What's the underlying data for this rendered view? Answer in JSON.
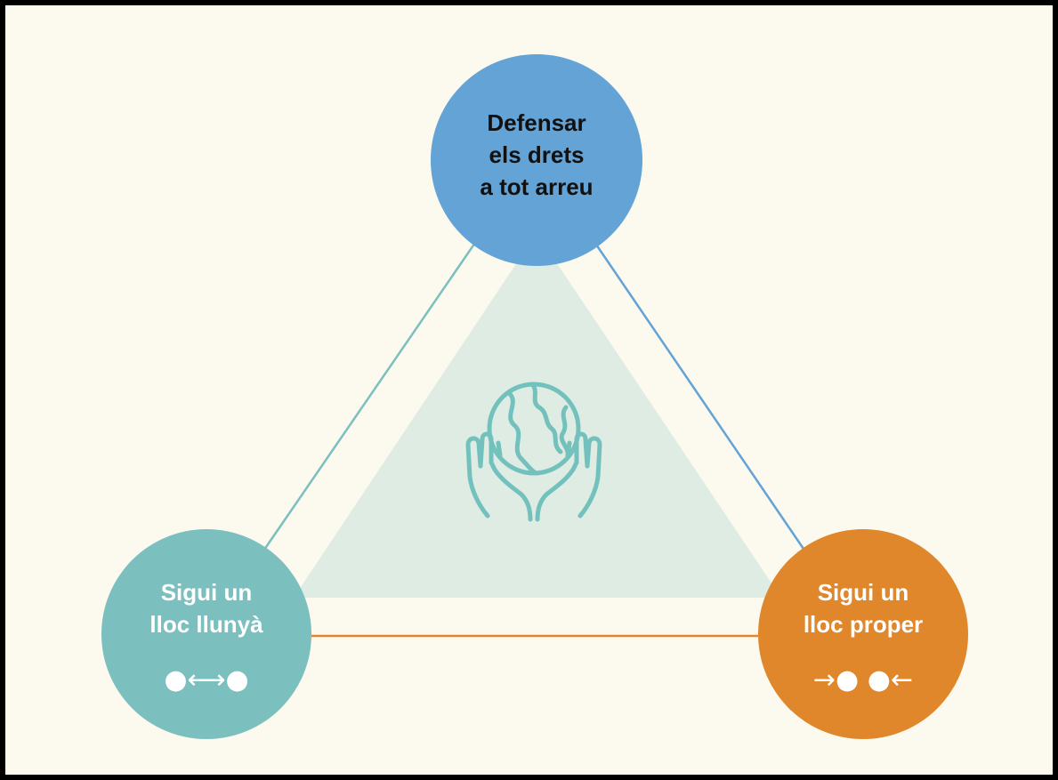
{
  "diagram": {
    "nodes": {
      "top": {
        "label": "Defensar\nels drets\na tot arreu",
        "color": "#64a3d6"
      },
      "left": {
        "label": "Sigui un\nlloc llunyà",
        "symbol": "●⟷●",
        "color": "#7bbfbe"
      },
      "right": {
        "label": "Sigui un\nlloc proper",
        "symbol": "→● ●←",
        "color": "#e0862b"
      }
    },
    "center_icon": "globe-in-hands-icon",
    "colors": {
      "background": "#fcf9ee",
      "inner_triangle": "#dfece4",
      "edge_left": "#7bbfbe",
      "edge_right": "#64a3d6",
      "edge_bottom": "#e0862b",
      "icon_stroke": "#73c1bd"
    }
  }
}
